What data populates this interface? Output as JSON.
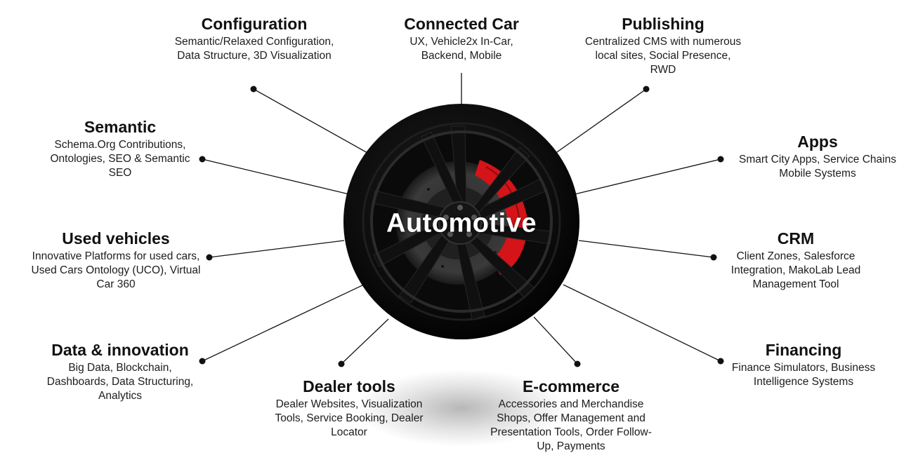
{
  "center": {
    "label": "Automotive"
  },
  "nodes": [
    {
      "id": "configuration",
      "title": "Configuration",
      "desc": "Semantic/Relaxed Configuration, Data Structure, 3D Visualization"
    },
    {
      "id": "connected-car",
      "title": "Connected Car",
      "desc": "UX, Vehicle2x In-Car, Backend, Mobile"
    },
    {
      "id": "publishing",
      "title": "Publishing",
      "desc": "Centralized CMS with numerous local sites, Social Presence, RWD"
    },
    {
      "id": "semantic",
      "title": "Semantic",
      "desc": "Schema.Org Contributions, Ontologies, SEO & Semantic SEO"
    },
    {
      "id": "apps",
      "title": "Apps",
      "desc": "Smart City Apps, Service Chains Mobile Systems"
    },
    {
      "id": "used-vehicles",
      "title": "Used vehicles",
      "desc": "Innovative Platforms for used cars, Used Cars Ontology (UCO), Virtual Car 360"
    },
    {
      "id": "crm",
      "title": "CRM",
      "desc": "Client Zones, Salesforce Integration, MakoLab Lead Management Tool"
    },
    {
      "id": "data-innovation",
      "title": "Data & innovation",
      "desc": "Big Data, Blockchain, Dashboards, Data Structuring, Analytics"
    },
    {
      "id": "dealer-tools",
      "title": "Dealer tools",
      "desc": "Dealer Websites, Visualization Tools, Service Booking, Dealer Locator"
    },
    {
      "id": "e-commerce",
      "title": "E-commerce",
      "desc": "Accessories and Merchandise Shops, Offer Management and Presentation Tools, Order Follow-Up, Payments"
    },
    {
      "id": "financing",
      "title": "Financing",
      "desc": "Finance Simulators, Business Intelligence Systems"
    }
  ],
  "colors": {
    "tire": "#0b0b0b",
    "rim": "#151515",
    "brake_caliper": "#d41418",
    "center_text": "#ffffff",
    "connector": "#111111"
  }
}
